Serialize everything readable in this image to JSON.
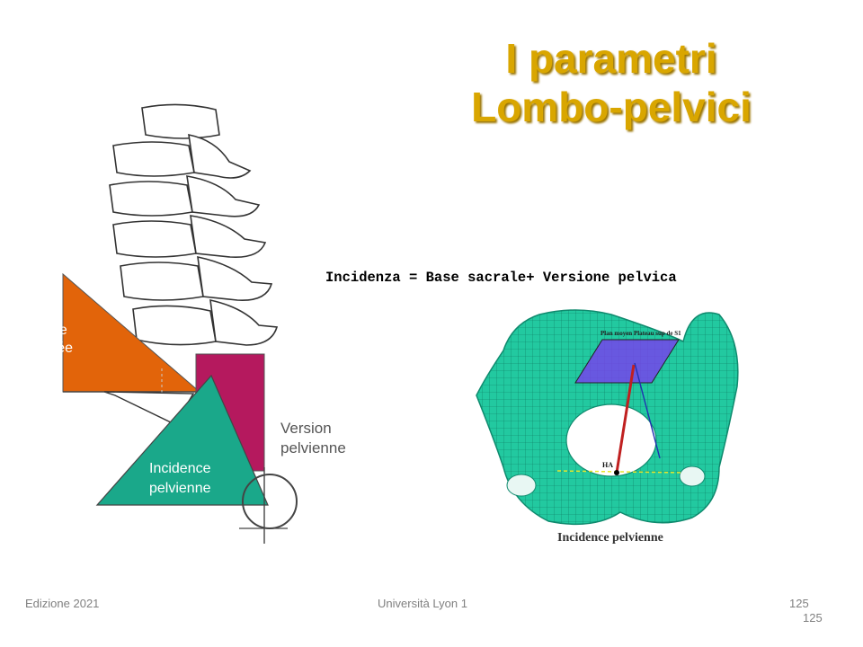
{
  "slide": {
    "title_line1": "I parametri",
    "title_line2": "Lombo-pelvici",
    "formula": "Incidenza = Base sacrale+ Versione pelvica"
  },
  "left_figure": {
    "label_pente_1": "Pente",
    "label_pente_2": "sacrée",
    "label_version_1": "Version",
    "label_version_2": "pelvienne",
    "label_incidence_1": "Incidence",
    "label_incidence_2": "pelvienne"
  },
  "right_figure": {
    "plate_label": "Plan moyen Plateau sup de S1",
    "ha_label": "HA",
    "caption": "Incidence pelvienne"
  },
  "footer": {
    "edition": "Edizione 2021",
    "university": "Università Lyon 1",
    "page_number": "125",
    "page_number_dup": "125"
  },
  "colors": {
    "title": "#d9a600",
    "sacral_slope": "#e2640a",
    "pelvic_version": "#b5195e",
    "pelvic_incidence": "#1aa88a",
    "pelvis": "#22c9a0"
  }
}
